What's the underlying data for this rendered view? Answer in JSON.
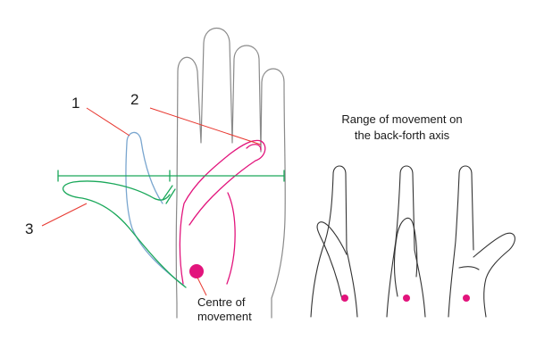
{
  "labels": {
    "one": "1",
    "two": "2",
    "three": "3",
    "centre_line1": "Centre of",
    "centre_line2": "movement",
    "range_line1": "Range of movement on",
    "range_line2": "the back-forth axis"
  },
  "colors": {
    "outline": "#333333",
    "hand_outline": "#8a8a8a",
    "thumb_position_1": "#7aa6cf",
    "thumb_position_2": "#e2147c",
    "thumb_position_3": "#1aa85a",
    "axis_line": "#1aa85a",
    "leader_line": "#e8372f",
    "centre_dot": "#e2147c"
  }
}
